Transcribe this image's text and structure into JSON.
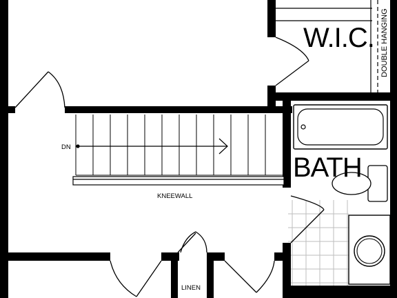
{
  "plan": {
    "rooms": {
      "wic": "W.I.C.",
      "bath": "BATH",
      "linen": "LINEN"
    },
    "annotations": {
      "double_hanging": "DOUBLE HANGING",
      "kneewall": "KNEEWALL",
      "stair_direction": "DN"
    },
    "colors": {
      "wall": "#000000",
      "line": "#000000",
      "background": "#ffffff",
      "tile": "#bfbfbf"
    }
  }
}
